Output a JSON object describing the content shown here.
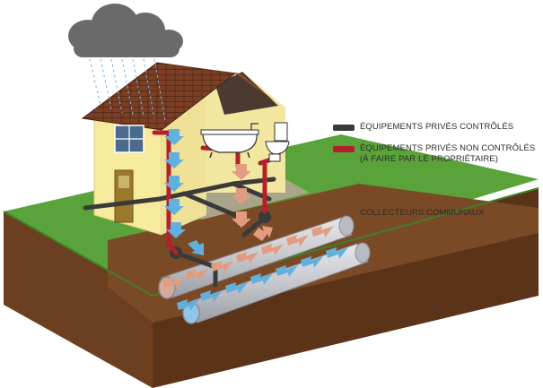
{
  "legend": {
    "controlled": {
      "label": "ÉQUIPEMENTS PRIVÉS CONTRÔLÉS",
      "color": "#3a3a3a"
    },
    "uncontrolled": {
      "label_line1": "ÉQUIPEMENTS PRIVÉS NON CONTRÔLÉS",
      "label_line2": "(À FAIRE PAR LE PROPRIÉTAIRE)",
      "color": "#b3202a"
    },
    "communal": {
      "label": "COLLECTEURS COMMUNAUX"
    }
  },
  "colors": {
    "rainwater_arrow": "#62b0de",
    "wastewater_arrow": "#e29c80",
    "soil": "#6b3f1f",
    "grass": "#5aa33a",
    "house_wall": "#f6ea9c",
    "roof": "#6a3a22",
    "cloud": "#6a6a6a"
  },
  "icons": [
    "cloud-icon",
    "bathtub-icon",
    "toilet-icon"
  ]
}
